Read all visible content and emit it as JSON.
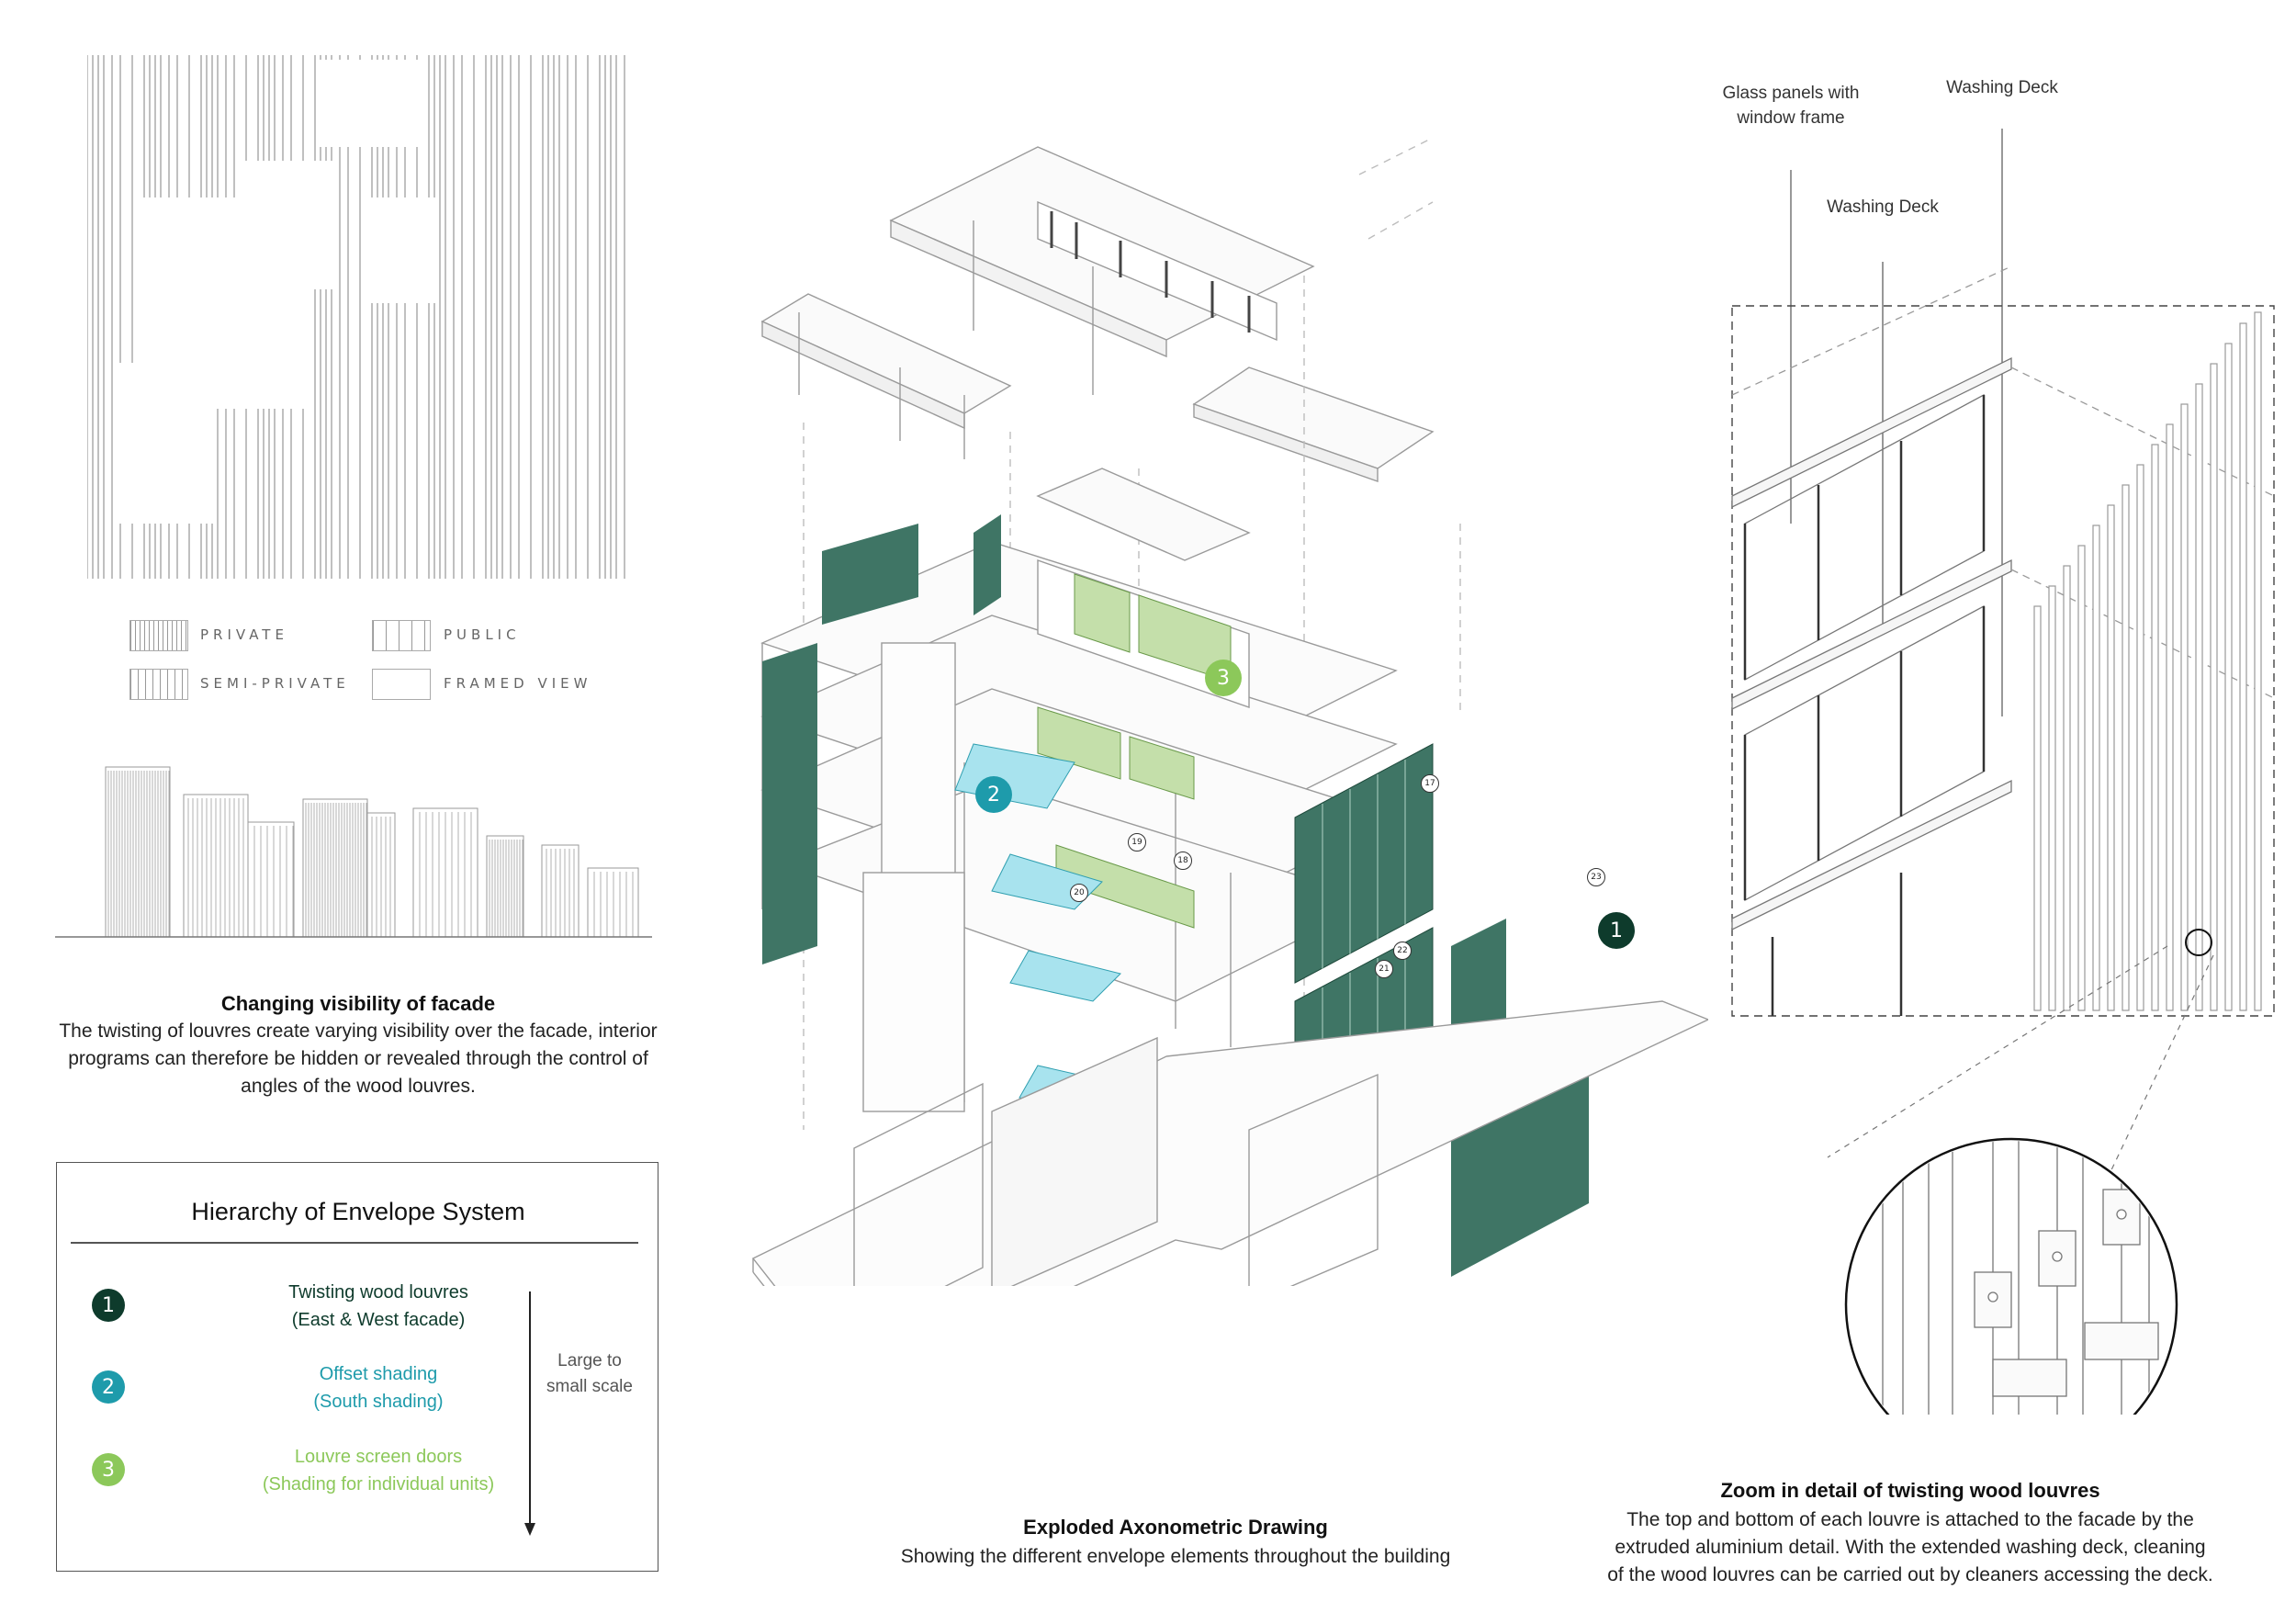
{
  "colors": {
    "dark_green": "#0e3b2c",
    "teal": "#1e9bab",
    "light_green": "#8cc85a",
    "facade_green": "#3f7565",
    "panel_green": "#c4dfaa",
    "panel_blue": "#a8e3ee"
  },
  "legend": {
    "private": "PRIVATE",
    "public": "PUBLIC",
    "semi_private": "SEMI-PRIVATE",
    "framed_view": "FRAMED VIEW"
  },
  "facade_caption": {
    "title": "Changing visibility of facade",
    "body_lines": [
      "The twisting of louvres create varying visibility over the facade, interior",
      "programs can therefore be hidden or revealed through the control of",
      "angles of the wood louvres."
    ]
  },
  "hierarchy": {
    "title": "Hierarchy of Envelope System",
    "items": [
      {
        "num": "1",
        "line1": "Twisting wood louvres",
        "line2": "(East & West facade)",
        "color": "#0e3b2c"
      },
      {
        "num": "2",
        "line1": "Offset shading",
        "line2": "(South shading)",
        "color": "#1e9bab"
      },
      {
        "num": "3",
        "line1": "Louvre screen doors",
        "line2": "(Shading for individual units)",
        "color": "#8cc85a"
      }
    ],
    "scale_note_line1": "Large to",
    "scale_note_line2": "small scale"
  },
  "axo": {
    "title": "Exploded Axonometric Drawing",
    "subtitle": "Showing the different envelope elements throughout the building",
    "badges": [
      "1",
      "2",
      "3"
    ],
    "tags": [
      "17",
      "18",
      "19",
      "20",
      "21",
      "22",
      "23"
    ]
  },
  "detail": {
    "label_glass_1": "Glass panels with",
    "label_glass_2": "window frame",
    "label_washing_top": "Washing Deck",
    "label_washing_mid": "Washing Deck",
    "title": "Zoom in detail of twisting wood louvres",
    "body_lines": [
      "The top and bottom of each louvre is attached to the facade by the",
      "extruded aluminium detail. With the extended washing deck, cleaning",
      "of the wood louvres can be carried out by cleaners accessing the deck."
    ]
  }
}
